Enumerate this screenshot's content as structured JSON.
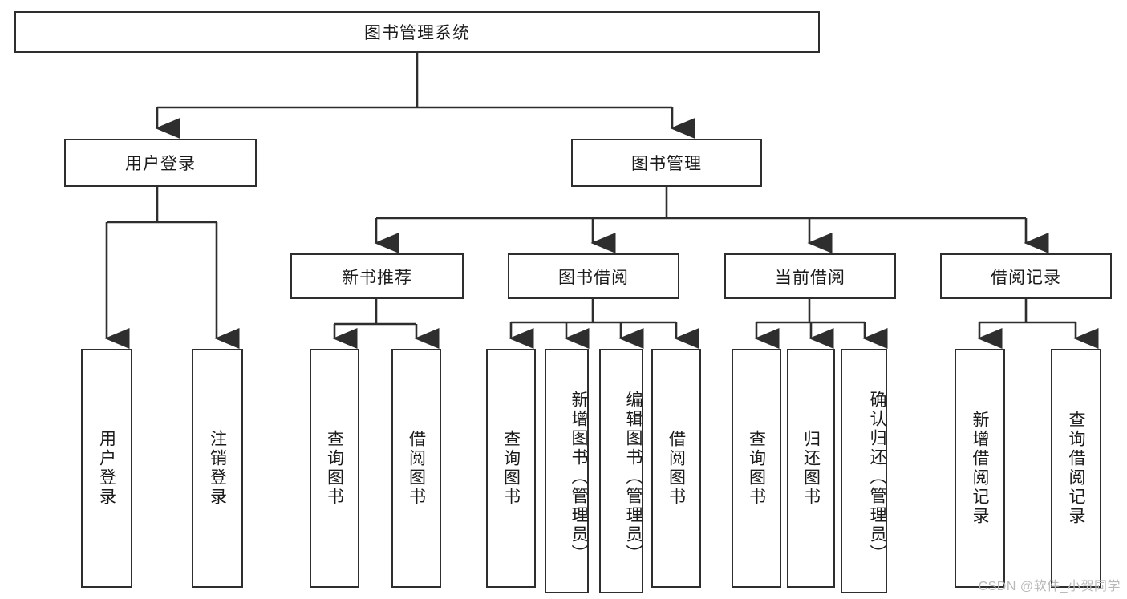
{
  "diagram": {
    "type": "tree",
    "title": "图书管理系统",
    "colors": {
      "background": "#ffffff",
      "line": "#2e2e2e",
      "box_border": "#2e2e2e",
      "text": "#1b1b1b",
      "watermark": "#b9b9b9"
    },
    "root": {
      "label": "图书管理系统"
    },
    "level2": [
      {
        "label": "用户登录"
      },
      {
        "label": "图书管理"
      }
    ],
    "level3": [
      {
        "label": "新书推荐"
      },
      {
        "label": "图书借阅"
      },
      {
        "label": "当前借阅"
      },
      {
        "label": "借阅记录"
      }
    ],
    "leaves": {
      "user_login": [
        {
          "label": "用户登录"
        },
        {
          "label": "注销登录"
        }
      ],
      "new_book_recommend": [
        {
          "label": "查询图书"
        },
        {
          "label": "借阅图书"
        }
      ],
      "book_borrow": [
        {
          "label": "查询图书"
        },
        {
          "label": "新增图书（管理员）"
        },
        {
          "label": "编辑图书（管理员）"
        },
        {
          "label": "借阅图书"
        }
      ],
      "current_borrow": [
        {
          "label": "查询图书"
        },
        {
          "label": "归还图书"
        },
        {
          "label": "确认归还（管理员）"
        }
      ],
      "borrow_records": [
        {
          "label": "新增借阅记录"
        },
        {
          "label": "查询借阅记录"
        }
      ]
    }
  },
  "watermark": {
    "text": "CSDN @软件_小贺同学"
  }
}
